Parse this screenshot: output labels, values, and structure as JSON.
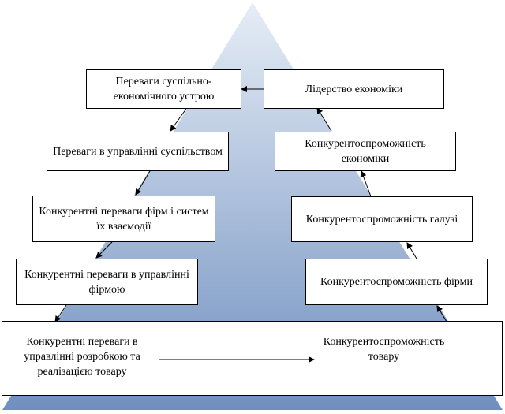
{
  "diagram": {
    "colors": {
      "pyramid_top": "#e6edf6",
      "pyramid_bottom": "#6f8fbf",
      "border": "#000000",
      "box_fill": "#ffffff"
    },
    "left_column": [
      {
        "id": "societal-system",
        "text": "Переваги суспільно-економічного устрою"
      },
      {
        "id": "society-management",
        "text": "Переваги в управлінні суспільством"
      },
      {
        "id": "firms-interaction",
        "text": "Конкурентні переваги фірм і систем їх взаємодії"
      },
      {
        "id": "firm-management",
        "text": "Конкурентні переваги в управлінні фірмою"
      },
      {
        "id": "product-development",
        "text": "Конкурентні переваги в управлінні розробкою та реалізацією товару"
      }
    ],
    "right_column": [
      {
        "id": "economy-leadership",
        "text": "Лідерство економіки"
      },
      {
        "id": "economy-competitiveness",
        "text": "Конкурентоспроможність економіки"
      },
      {
        "id": "industry-competitiveness",
        "text": "Конкурентоспроможність галузі"
      },
      {
        "id": "firm-competitiveness",
        "text": "Конкурентоспроможність фірми"
      },
      {
        "id": "product-competitiveness",
        "text": "Конкурентоспроможність товару"
      }
    ],
    "connections": [
      {
        "from": "economy-leadership",
        "to": "societal-system"
      },
      {
        "from": "societal-system",
        "to": "society-management"
      },
      {
        "from": "society-management",
        "to": "firms-interaction"
      },
      {
        "from": "firms-interaction",
        "to": "firm-management"
      },
      {
        "from": "firm-management",
        "to": "product-development"
      },
      {
        "from": "product-development",
        "to": "product-competitiveness"
      },
      {
        "from": "product-competitiveness",
        "to": "firm-competitiveness"
      },
      {
        "from": "firm-competitiveness",
        "to": "industry-competitiveness"
      },
      {
        "from": "industry-competitiveness",
        "to": "economy-competitiveness"
      },
      {
        "from": "economy-competitiveness",
        "to": "economy-leadership"
      }
    ]
  }
}
